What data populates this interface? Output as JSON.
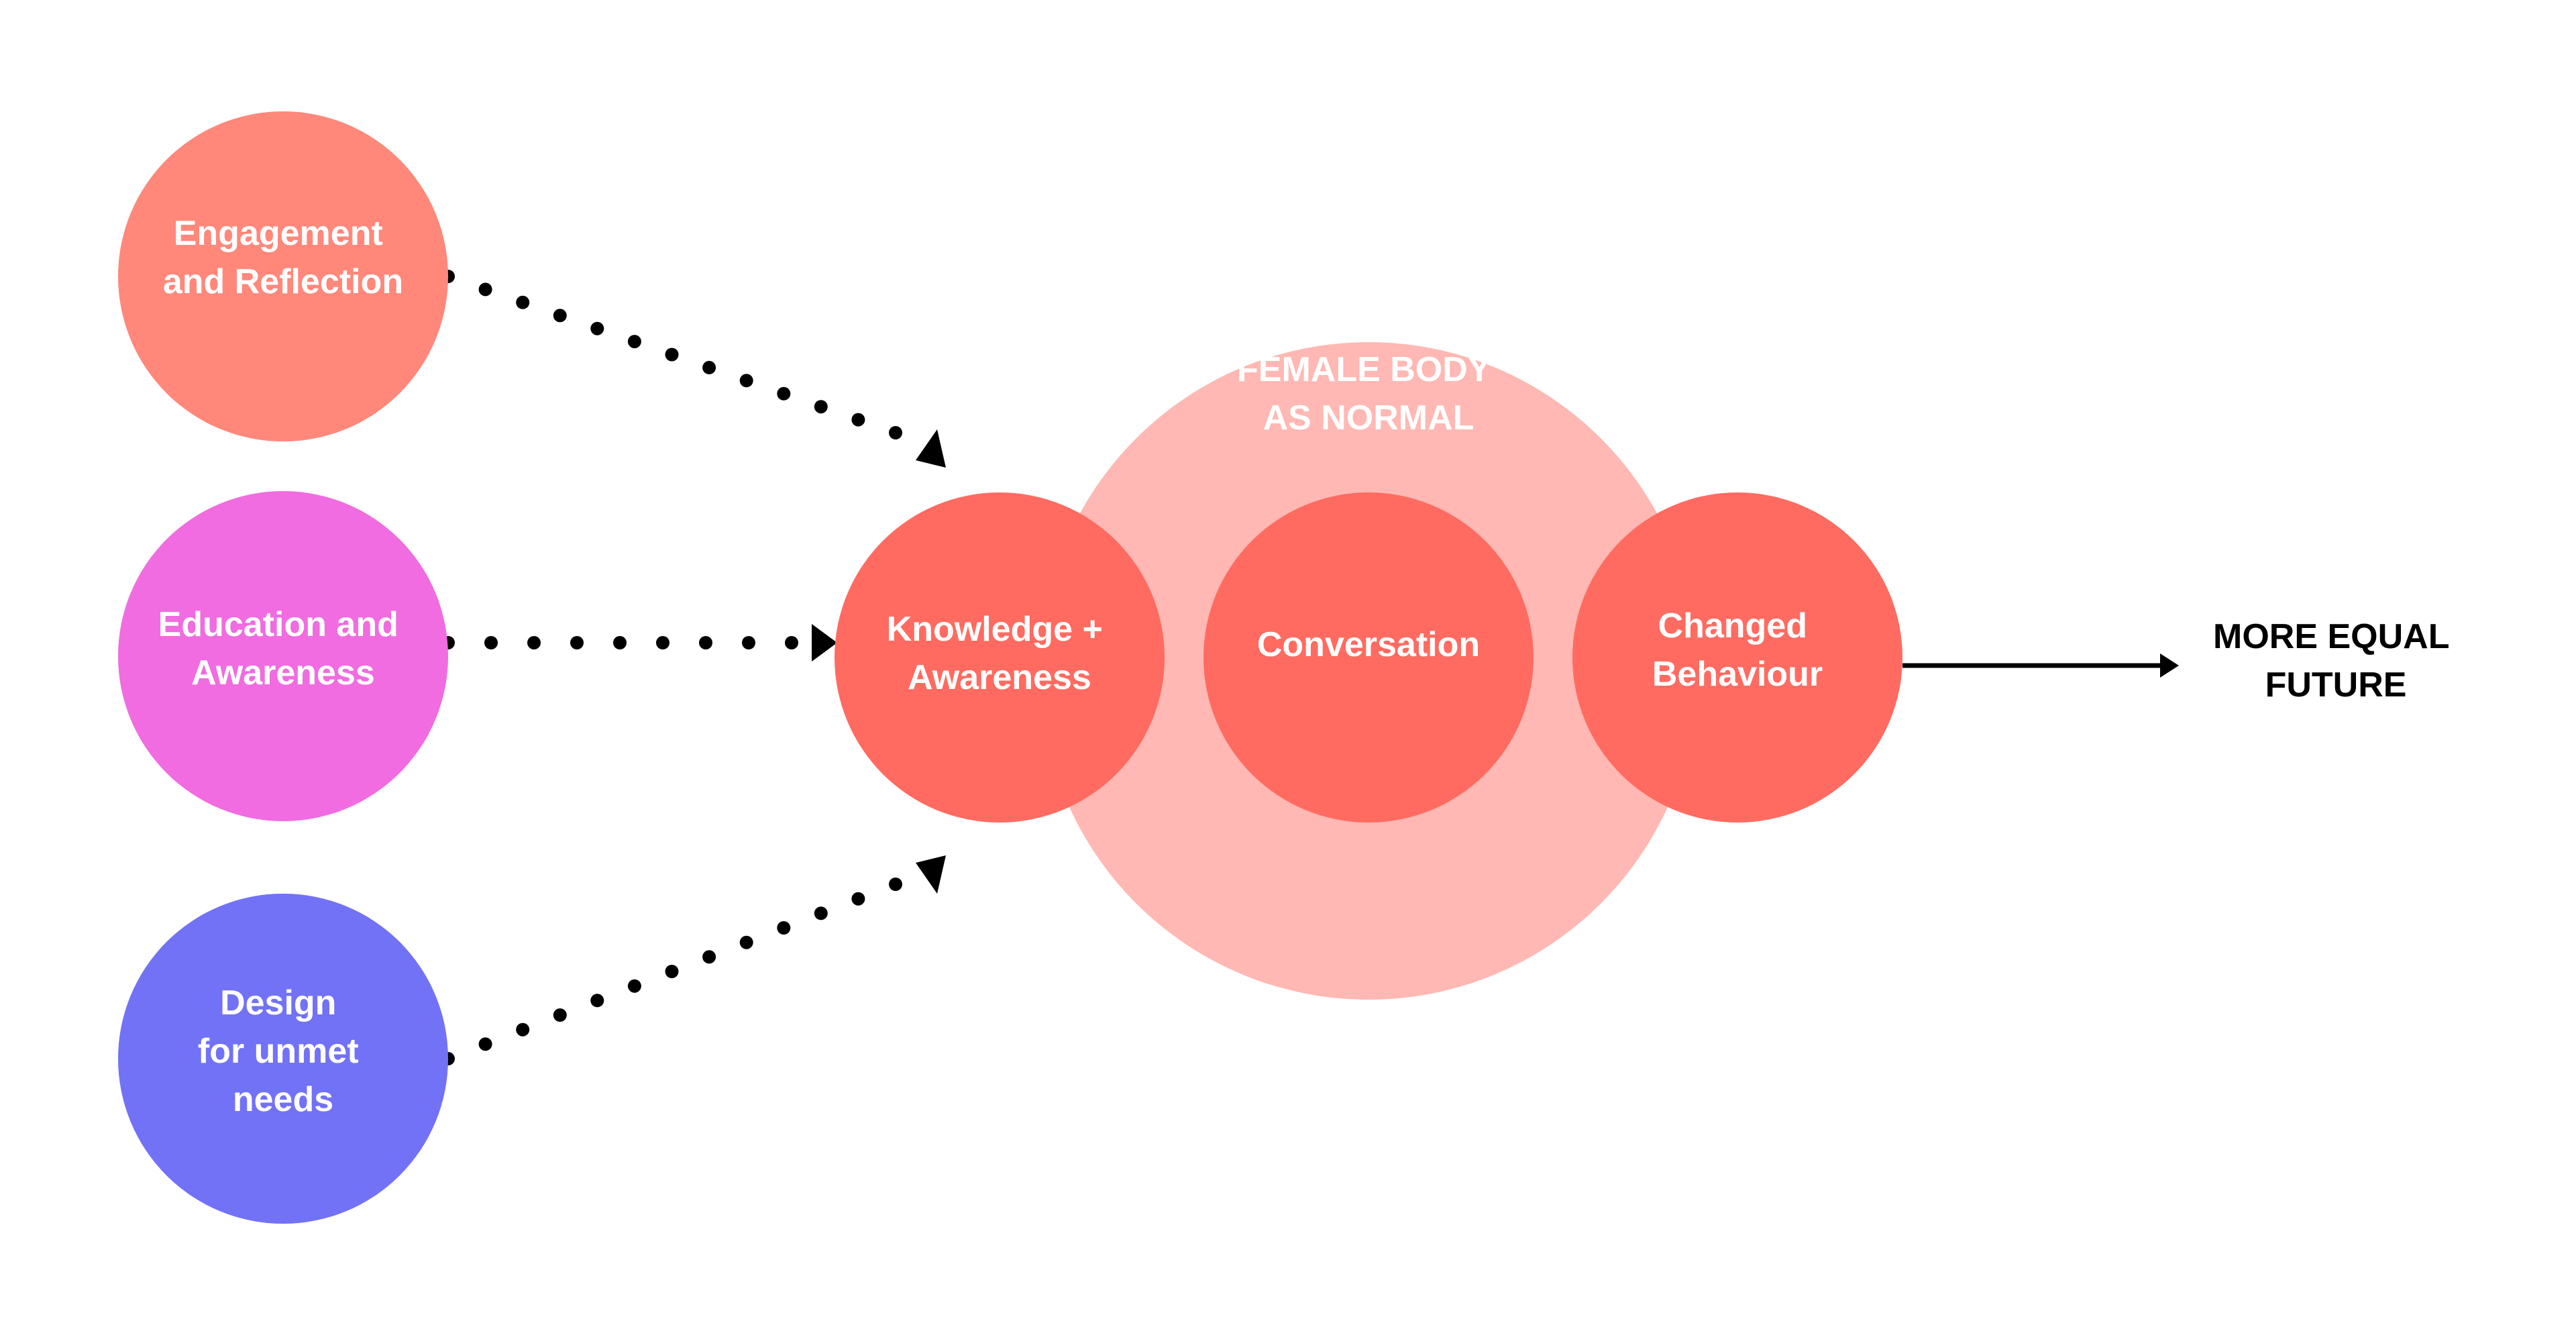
{
  "colors": {
    "engagement": "#FF887B",
    "education": "#F06CE0",
    "design": "#7272F6",
    "core": "#FF6B61",
    "group": "#FFB8B3",
    "arrow": "#000000",
    "label": "#FFFFFF",
    "outcome_text": "#000000"
  },
  "inputs": {
    "engagement": {
      "lines": [
        "Engagement",
        "and Reflection"
      ]
    },
    "education": {
      "lines": [
        "Education and",
        "Awareness"
      ]
    },
    "design": {
      "lines": [
        "Design",
        "for unmet",
        "needs"
      ]
    }
  },
  "group": {
    "lines": [
      "FEMALE BODY",
      "AS NORMAL"
    ]
  },
  "core": {
    "knowledge": {
      "lines": [
        "Knowledge +",
        "Awareness"
      ]
    },
    "conversation": {
      "lines": [
        "Conversation"
      ]
    },
    "behaviour": {
      "lines": [
        "Changed",
        "Behaviour"
      ]
    }
  },
  "outcome": {
    "lines": [
      "MORE EQUAL",
      "FUTURE"
    ]
  }
}
